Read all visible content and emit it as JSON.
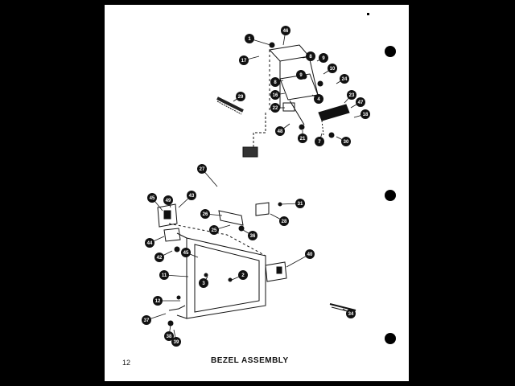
{
  "page": {
    "number": "12",
    "title": "BEZEL ASSEMBLY",
    "background": "#000000",
    "paper": "#ffffff",
    "ink": "#111111"
  },
  "callouts": {
    "upper": [
      "1",
      "46",
      "17",
      "8",
      "9",
      "8",
      "10",
      "9",
      "24",
      "29",
      "16",
      "4",
      "23",
      "47",
      "22",
      "18",
      "48",
      "21",
      "7",
      "30"
    ],
    "lower": [
      "27",
      "45",
      "49",
      "43",
      "26",
      "31",
      "28",
      "25",
      "36",
      "44",
      "42",
      "45",
      "40",
      "11",
      "3",
      "2",
      "12",
      "37",
      "38",
      "39",
      "34"
    ]
  }
}
